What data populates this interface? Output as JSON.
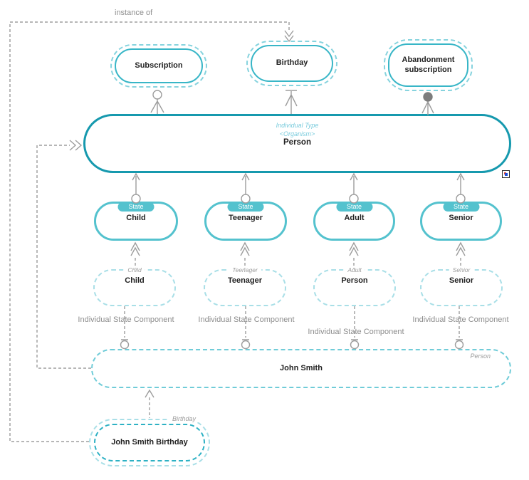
{
  "labels": {
    "instance_of": "instance of"
  },
  "events": [
    {
      "name": "Subscription"
    },
    {
      "name": "Birthday"
    },
    {
      "name": "Abandonment subscription"
    }
  ],
  "type_box": {
    "stereotype_line1": "Individual Type",
    "stereotype_line2": "<Organism>",
    "name": "Person"
  },
  "states": [
    {
      "tab": "State",
      "name": "Child"
    },
    {
      "tab": "State",
      "name": "Teenager"
    },
    {
      "tab": "State",
      "name": "Adult"
    },
    {
      "tab": "State",
      "name": "Senior"
    }
  ],
  "instances": [
    {
      "tag": "Child",
      "name": "Child",
      "component_label": "Individual State Component"
    },
    {
      "tag": "Teenager",
      "name": "Teenager",
      "component_label": "Individual State Component"
    },
    {
      "tag": "Adult",
      "name": "Person",
      "component_label": "Individual State Component"
    },
    {
      "tag": "Senior",
      "name": "Senior",
      "component_label": "Individual State Component"
    }
  ],
  "individual": {
    "tag": "Person",
    "name": "John Smith"
  },
  "event_instance": {
    "tag": "Birthday",
    "name": "John Smith Birthday"
  },
  "icons": {
    "badge": "model-badge-icon"
  },
  "colors": {
    "teal_dark": "#1699ae",
    "teal_mid": "#54c2ce",
    "teal_light": "#a9dfe7",
    "event_border": "#38b6c7",
    "connector_gray": "#9d9d9d",
    "text_gray": "#8d8d8d"
  }
}
